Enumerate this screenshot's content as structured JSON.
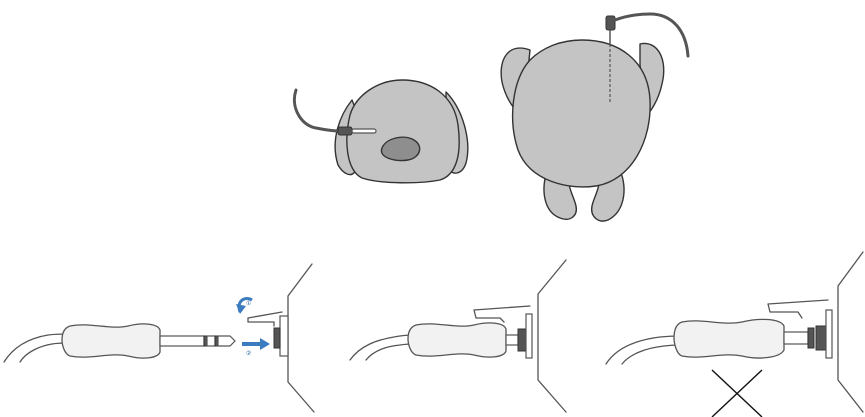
{
  "figure": {
    "panels": [
      {
        "id": "chicken-side-view",
        "description_key": "probe-inserted-side"
      },
      {
        "id": "chicken-top-view",
        "description_key": "probe-inserted-top"
      },
      {
        "id": "plug-insert-step",
        "description_key": "insert-plug"
      },
      {
        "id": "plug-inserted-correct",
        "description_key": "plug-seated"
      },
      {
        "id": "plug-incorrect",
        "description_key": "plug-wrong"
      }
    ],
    "step_markers": [
      "①",
      "②"
    ],
    "colors": {
      "chicken_fill": "#c4c4c4",
      "outline": "#333333",
      "arrow_blue": "#3b7bbf",
      "cross": "#111111"
    }
  }
}
